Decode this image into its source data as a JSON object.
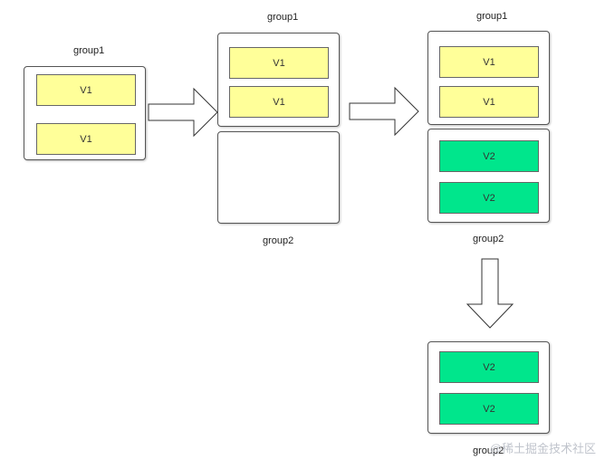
{
  "stages": [
    {
      "group1": {
        "label": "group1",
        "nodes": [
          "V1",
          "V1"
        ]
      }
    },
    {
      "group1": {
        "label": "group1",
        "nodes": [
          "V1",
          "V1"
        ]
      },
      "group2": {
        "label": "group2",
        "nodes": []
      }
    },
    {
      "group1": {
        "label": "group1",
        "nodes": [
          "V1",
          "V1"
        ]
      },
      "group2": {
        "label": "group2",
        "nodes": [
          "V2",
          "V2"
        ]
      }
    },
    {
      "group2": {
        "label": "group2",
        "nodes": [
          "V2",
          "V2"
        ]
      }
    }
  ],
  "colors": {
    "v1_fill": "#ffff99",
    "v2_fill": "#00e68c",
    "border": "#555555"
  },
  "watermark": "@稀土掘金技术社区"
}
